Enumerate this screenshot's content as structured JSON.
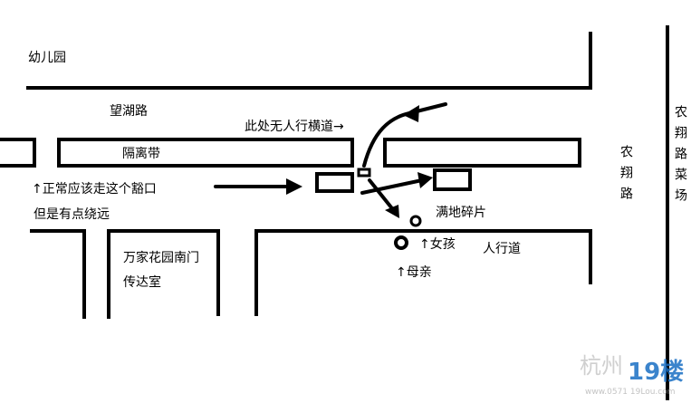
{
  "labels": {
    "kindergarten": "幼儿园",
    "wanghu_road": "望湖路",
    "median": "隔离带",
    "no_crosswalk": "此处无人行横道→",
    "should_walk": "↑正常应该走这个豁口",
    "detour": "但是有点绕远",
    "wanjia_gate": "万家花园南门",
    "guard_room": "传达室",
    "debris": "满地碎片",
    "girl": "↑女孩",
    "mother": "↑母亲",
    "sidewalk": "人行道",
    "nongxiang_road": "农翔路",
    "nongxiang_market": "农翔路菜场"
  },
  "watermark": {
    "brand": "19楼",
    "site_name": "杭州",
    "url": "www.0571 19Lou.com"
  },
  "colors": {
    "line": "#000000",
    "background": "#ffffff",
    "brand_blue": "#1a6fc4",
    "brand_orange": "#f08a1c"
  }
}
